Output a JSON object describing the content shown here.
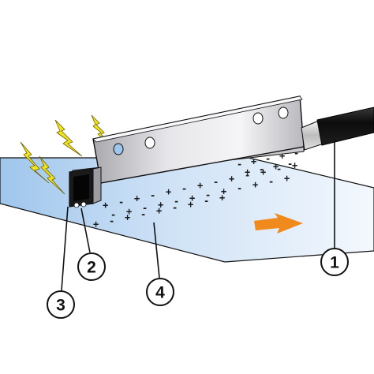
{
  "callouts": [
    {
      "id": "1",
      "label": "1"
    },
    {
      "id": "2",
      "label": "2"
    },
    {
      "id": "3",
      "label": "3"
    },
    {
      "id": "4",
      "label": "4"
    }
  ],
  "charges": {
    "symbol_plus": "+",
    "symbol_minus": "-"
  },
  "colors": {
    "film_blue": "#9fc6ec",
    "film_light": "#e8f1fb",
    "bar_silver": "#c8c8cc",
    "spark_yellow": "#f4e41c",
    "arrow_orange": "#f08a1c",
    "cable_black": "#141414",
    "outline": "#111111"
  },
  "icons": {
    "spark": "lightning-spark-icon",
    "direction": "movement-arrow-icon"
  }
}
